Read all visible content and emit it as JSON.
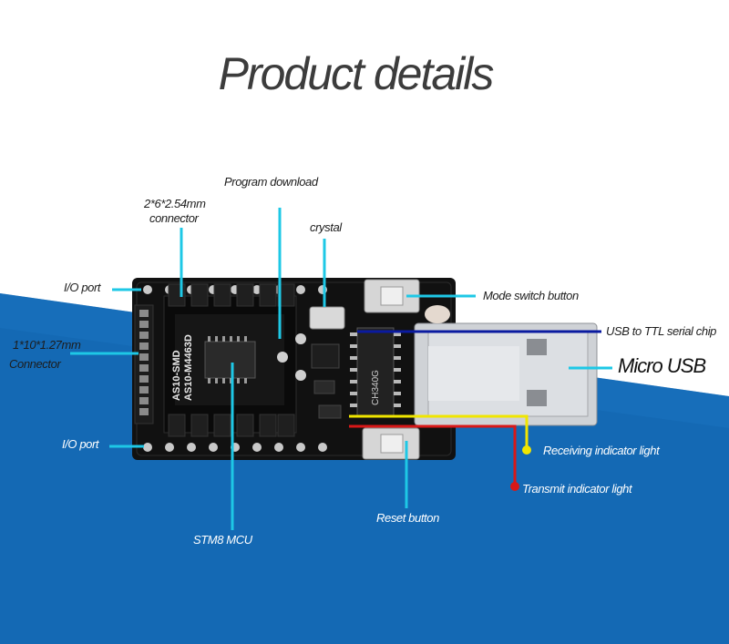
{
  "title": "Product details",
  "labels": {
    "program_download": "Program download",
    "connector_2x6": "2*6*2.54mm",
    "connector_2x6_line2": "connector",
    "crystal": "crystal",
    "io_port_top": "I/O port",
    "mode_switch": "Mode switch button",
    "usb_ttl": "USB to TTL serial chip",
    "micro_usb": "Micro USB",
    "connector_1x10": "1*10*1.27mm",
    "connector_1x10_line2": "Connector",
    "io_port_bottom": "I/O port",
    "receiving_light": "Receiving indicator  light",
    "transmit_light": "Transmit indicator light",
    "reset": "Reset button",
    "mcu": "STM8 MCU"
  },
  "board_text": {
    "module_line1": "AS10-SMD",
    "module_line2": "AS10-M4463D",
    "chip": "CH340G"
  },
  "colors": {
    "background_blue": "#1469b4",
    "pointer_cyan": "#1ec8e6",
    "usb_line_blue": "#0a1aa0",
    "rx_line_yellow": "#f0e600",
    "tx_line_red": "#d81818",
    "board_black": "#111111"
  }
}
